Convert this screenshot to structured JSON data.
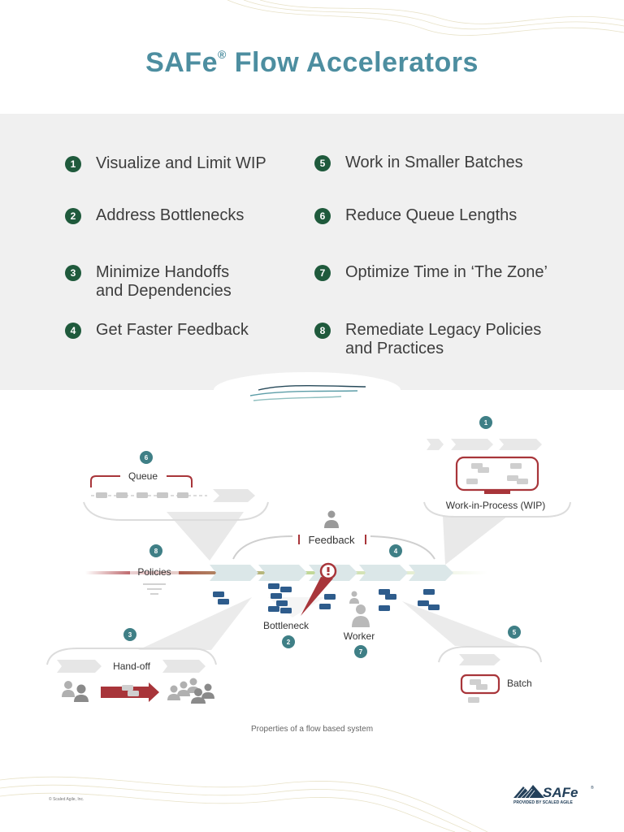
{
  "title": "SAFe",
  "title_reg": "®",
  "title_rest": "Flow Accelerators",
  "accelerators": [
    {
      "num": "1",
      "lines": [
        "Visualize and Limit WIP"
      ]
    },
    {
      "num": "2",
      "lines": [
        "Address Bottlenecks"
      ]
    },
    {
      "num": "3",
      "lines": [
        "Minimize Handoffs",
        "and Dependencies"
      ]
    },
    {
      "num": "4",
      "lines": [
        "Get Faster Feedback"
      ]
    },
    {
      "num": "5",
      "lines": [
        "Work in Smaller Batches"
      ]
    },
    {
      "num": "6",
      "lines": [
        "Reduce Queue Lengths"
      ]
    },
    {
      "num": "7",
      "lines": [
        "Optimize Time in ‘The Zone’"
      ]
    },
    {
      "num": "8",
      "lines": [
        "Remediate Legacy Policies",
        "and Practices"
      ]
    }
  ],
  "diagram": {
    "queue": "Queue",
    "wip": "Work-in-Process (WIP)",
    "feedback": "Feedback",
    "policies": "Policies",
    "bottleneck": "Bottleneck",
    "worker": "Worker",
    "handoff": "Hand-off",
    "batch": "Batch",
    "badges": {
      "wip": "1",
      "bottleneck": "2",
      "handoff": "3",
      "feedback": "4",
      "batch": "5",
      "queue": "6",
      "worker": "7",
      "policies": "8"
    }
  },
  "colors": {
    "title": "#4d8ea0",
    "badge_dark": "#1f5a3c",
    "badge_teal": "#3f7f86",
    "accent_red": "#a8353a",
    "work_blue": "#2e5c8c"
  },
  "caption": "Properties of a flow based system",
  "copyright": "© Scaled Agile, Inc.",
  "logo": {
    "brand": "SAFe",
    "reg": "®",
    "tagline": "PROVIDED BY SCALED AGILE"
  }
}
